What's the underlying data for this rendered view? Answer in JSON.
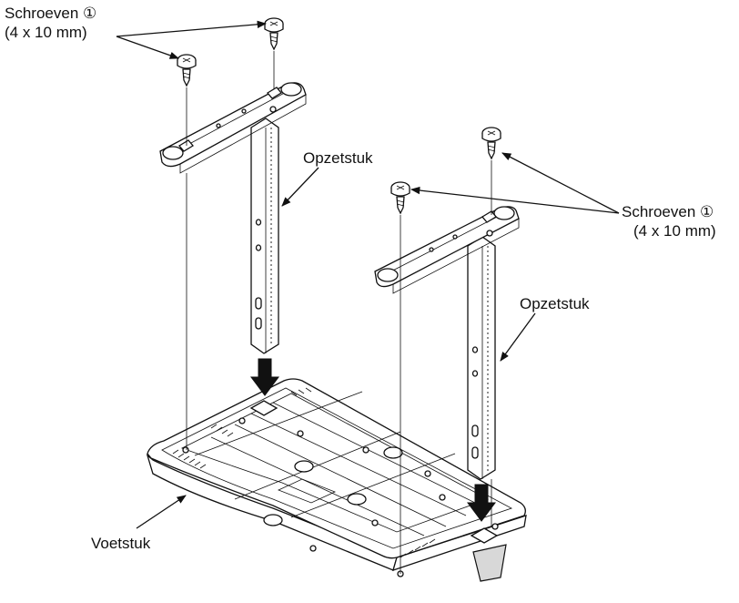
{
  "labels": {
    "screws_top": "Schroeven ①",
    "screws_top_size": "(4 x 10 mm)",
    "screws_right": "Schroeven ①",
    "screws_right_size": "(4 x 10 mm)",
    "attachment_left": "Opzetstuk",
    "attachment_right": "Opzetstuk",
    "base": "Voetstuk"
  },
  "icons": [
    "screw-icon",
    "arrow-down-icon"
  ],
  "colors": {
    "line": "#111111",
    "background": "#ffffff"
  }
}
